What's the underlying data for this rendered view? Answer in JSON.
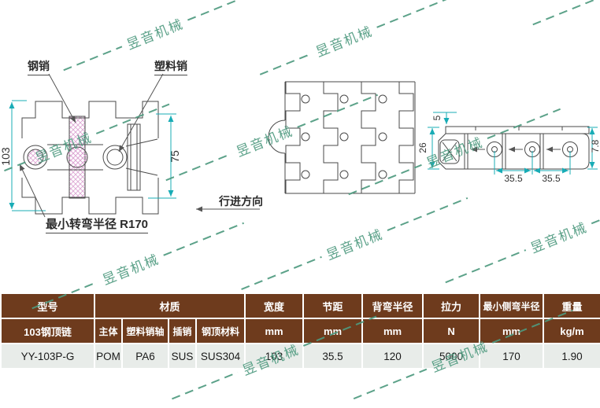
{
  "watermark": {
    "text": "昱音机械",
    "color": "#4E9A7F"
  },
  "drawings": {
    "section_view": {
      "steel_pin_label": "钢销",
      "plastic_pin_label": "塑料销",
      "overall_height": "103",
      "plate_height": "75",
      "min_turn_radius_label": "最小转弯半径 R170"
    },
    "top_view": {
      "travel_direction_label": "行进方向"
    },
    "side_view": {
      "top_thickness": "5",
      "link_height": "26",
      "edge_height": "7.8",
      "pitch_left": "35.5",
      "pitch_right": "35.5"
    }
  },
  "spec_table": {
    "colors": {
      "header_bg": "#6E3B1D",
      "header_text": "#FFFFFF",
      "data_bg": "#E8ECE9",
      "data_text": "#1A1A1A"
    },
    "row1": {
      "model": "型号",
      "material": "材质",
      "width": "宽度",
      "pitch": "节距",
      "back_bend_radius": "背弯半径",
      "pull_force": "拉力",
      "min_side_bend_radius": "最小侧弯半径",
      "weight": "重量"
    },
    "row2": {
      "model": "103钢顶链",
      "body": "主体",
      "plastic_pin_shaft": "塑料销轴",
      "pin": "插销",
      "steel_top_material": "钢顶材料",
      "width_unit": "mm",
      "pitch_unit": "mm",
      "back_bend_unit": "mm",
      "pull_unit": "N",
      "side_bend_unit": "mm",
      "weight_unit": "kg/m"
    },
    "row3": {
      "model": "YY-103P-G",
      "body": "POM",
      "plastic_pin_shaft": "PA6",
      "pin": "SUS",
      "steel_top_material": "SUS304",
      "width": "103",
      "pitch": "35.5",
      "back_bend_radius": "120",
      "pull_force": "5000",
      "min_side_bend_radius": "170",
      "weight": "1.90"
    }
  },
  "colors": {
    "dimension": "#18ACB6",
    "line": "#4A4A4A",
    "hatch": "#DDA8D4"
  }
}
